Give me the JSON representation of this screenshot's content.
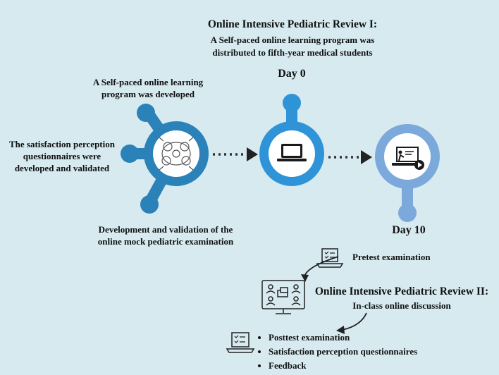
{
  "left_node": {
    "top_label_1": "A Self-paced online learning",
    "top_label_2": "program was developed",
    "left_label_1": "The satisfaction perception",
    "left_label_2": "questionnaires were",
    "left_label_3": "developed and validated",
    "bottom_label_1": "Development and validation of the",
    "bottom_label_2": "online mock pediatric examination"
  },
  "middle_node": {
    "title": "Online Intensive Pediatric Review I:",
    "desc_1": "A Self-paced online learning program was",
    "desc_2": "distributed to fifth-year medical students",
    "day": "Day 0"
  },
  "right_node": {
    "day": "Day 10"
  },
  "steps": {
    "pretest": "Pretest examination",
    "review2_title": "Online Intensive Pediatric Review II:",
    "review2_sub": "In-class online discussion",
    "bullets": [
      "Posttest examination",
      "Satisfaction perception questionnaires",
      "Feedback"
    ]
  },
  "colors": {
    "background": "#d6eaf0",
    "left_blue": "#2a82b8",
    "mid_blue": "#2f93d8",
    "right_blue": "#7ba9dc",
    "dark": "#222222"
  }
}
